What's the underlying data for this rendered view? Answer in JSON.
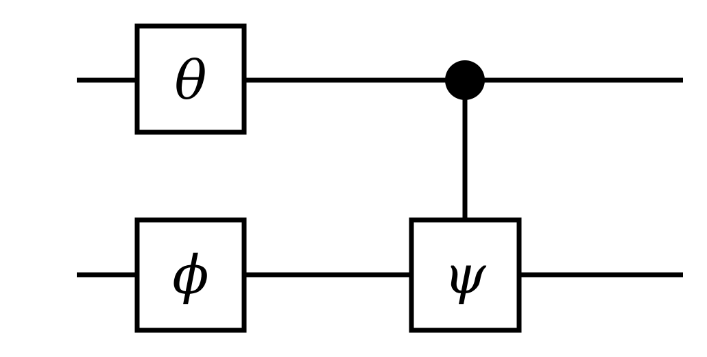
{
  "circuit": {
    "qubits": [
      {
        "gates": [
          "θ"
        ],
        "role": "control"
      },
      {
        "gates": [
          "ϕ",
          "ψ"
        ],
        "role": "target"
      }
    ],
    "gates": [
      {
        "label": "θ",
        "qubit": 0
      },
      {
        "label": "ϕ",
        "qubit": 1
      },
      {
        "label": "ψ",
        "qubit": 1,
        "controlled_by": 0
      }
    ],
    "colors": {
      "line": "#000000",
      "background": "#ffffff"
    }
  }
}
